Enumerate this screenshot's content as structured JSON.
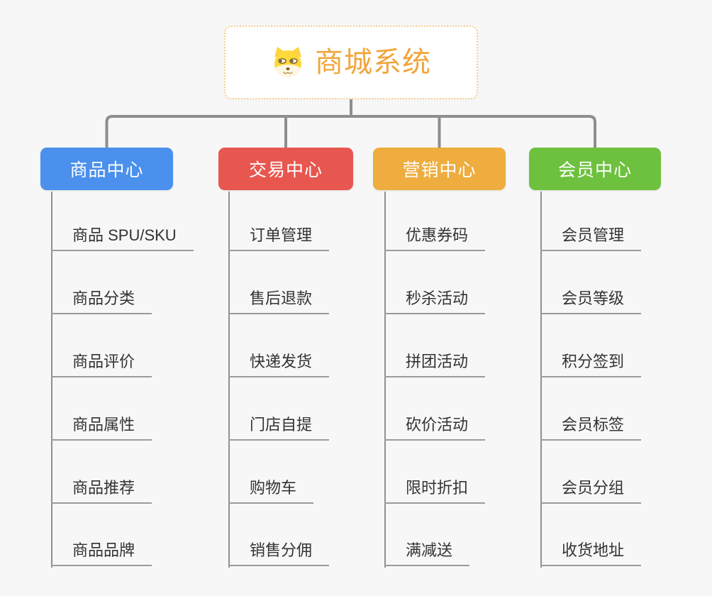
{
  "page": {
    "background_color": "#F7F7F7",
    "connector_color": "#8E8E8E"
  },
  "root": {
    "label": "商城系统",
    "text_color": "#F0A63C",
    "border_color": "#F5CE8F",
    "icon": "dog-face-icon"
  },
  "branches": [
    {
      "label": "商品中心",
      "color": "#4A90EC",
      "items": [
        "商品 SPU/SKU",
        "商品分类",
        "商品评价",
        "商品属性",
        "商品推荐",
        "商品品牌"
      ]
    },
    {
      "label": "交易中心",
      "color": "#E8574F",
      "items": [
        "订单管理",
        "售后退款",
        "快递发货",
        "门店自提",
        "购物车",
        "销售分佣"
      ]
    },
    {
      "label": "营销中心",
      "color": "#EEAD3E",
      "items": [
        "优惠券码",
        "秒杀活动",
        "拼团活动",
        "砍价活动",
        "限时折扣",
        "满减送"
      ]
    },
    {
      "label": "会员中心",
      "color": "#6DC13E",
      "items": [
        "会员管理",
        "会员等级",
        "积分签到",
        "会员标签",
        "会员分组",
        "收货地址"
      ]
    }
  ]
}
